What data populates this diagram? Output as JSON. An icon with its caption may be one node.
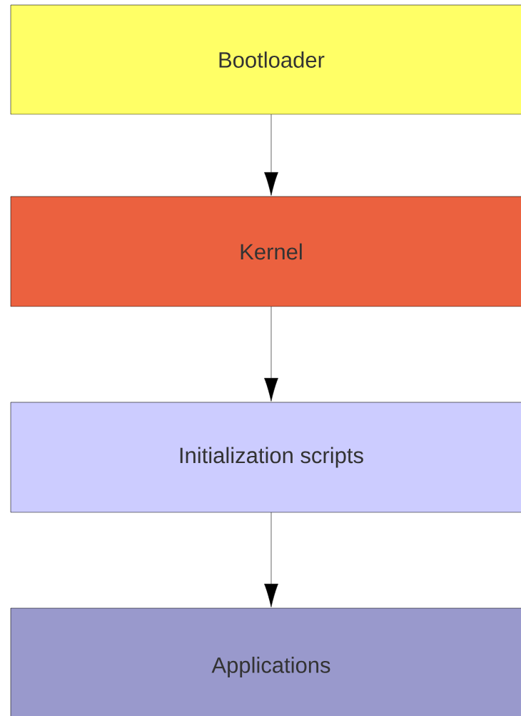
{
  "diagram": {
    "nodes": [
      {
        "text": [
          "Bootloader"
        ]
      },
      {
        "text": [
          "Kernel"
        ]
      },
      {
        "text": [
          "Initialization scripts"
        ]
      },
      {
        "text": [
          "Applications"
        ]
      }
    ],
    "edges": [
      {
        "from": 0,
        "to": 1,
        "arrow": "to"
      },
      {
        "from": 1,
        "to": 2,
        "arrow": "to"
      },
      {
        "from": 2,
        "to": 3,
        "arrow": "to"
      }
    ]
  }
}
